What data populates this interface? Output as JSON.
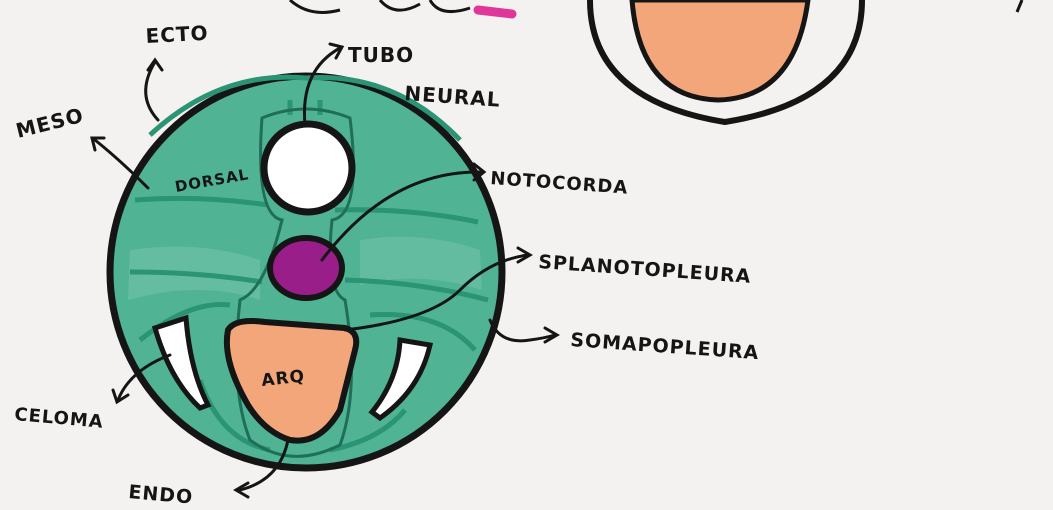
{
  "labels": {
    "ecto": "ECTO",
    "meso": "MESO",
    "dorsal": "DORSAL",
    "tubo": "TUBO",
    "neural": "NEURAL",
    "notocorda": "NOTOCORDA",
    "splanotopleura": "SPLANOTOPLEURA",
    "somatopleura": "SOMAPOPLEURA",
    "arq": "ARQ",
    "celoma": "CELOMA",
    "endo": "ENDO"
  },
  "colors": {
    "background": "#f4f2f0",
    "ink": "#151515",
    "mesoderm_green": "#4fb394",
    "mesoderm_line": "#2a9474",
    "green_light": "#7cc8ad",
    "notochord": "#9a1e8a",
    "archenteron": "#f3a679",
    "pink_mark": "#e0369a"
  }
}
